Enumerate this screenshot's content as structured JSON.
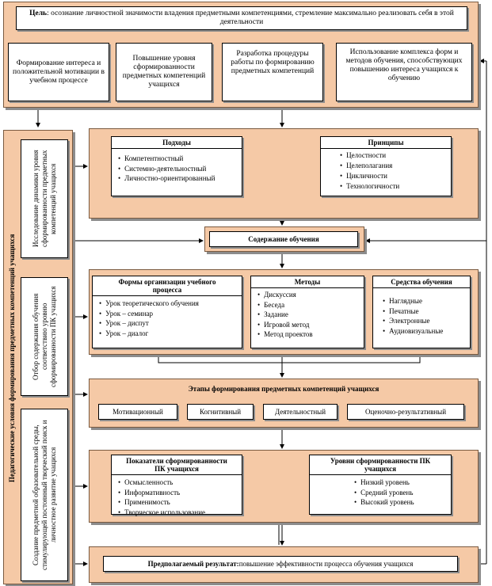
{
  "goal": {
    "label": "Цель",
    "text": ": осознание личностной значимости владения предметными компетенциями, стремление максимально реализовать себя в этой деятельности"
  },
  "tasks": [
    "Формирование интереса и положительной мотивации в учебном процессе",
    "Повышение уровня сформированности предметных компетенций учащихся",
    "Разработка процедуры работы по формированию предметных компетенций",
    "Использование комплекса форм и методов обучения, способствующих повышению интереса учащихся к обучению"
  ],
  "conditions": {
    "title": "Педагогические условия формирования предметных компетенций учащихся",
    "items": [
      "Исследование динамики уровня сформированности предметных компетенций учащихся",
      "Отбор содержания обучения соответствию уровню сформированности ПК учащихся",
      "Создание предметной образовательной среды, стимулирующей постоянный творческий поиск и личностное развитие учащихся"
    ]
  },
  "approaches": {
    "title": "Подходы",
    "items": [
      "Компетентностный",
      "Системно-деятельностный",
      "Личностно-ориентированный"
    ]
  },
  "principles": {
    "title": "Принципы",
    "items": [
      "Целостности",
      "Целеполагания",
      "Цикличности",
      "Технологичности"
    ]
  },
  "content": "Содержание обучения",
  "forms": {
    "title": "Формы организации учебного процесса",
    "items": [
      "Урок теоретического обучения",
      "Урок – семинар",
      "Урок – диспут",
      "Урок – диалог"
    ]
  },
  "methods": {
    "title": "Методы",
    "items": [
      "Дискуссия",
      "Беседа",
      "Задание",
      "Игровой метод",
      "Метод проектов"
    ]
  },
  "means": {
    "title": "Средства обучения",
    "items": [
      "Наглядные",
      "Печатные",
      "Электронные",
      "Аудиовизуальные"
    ]
  },
  "stages": {
    "title": "Этапы формирования предметных компетенций учащихся",
    "items": [
      "Мотивационный",
      "Когнитивный",
      "Деятельностный",
      "Оценочно-результативный"
    ]
  },
  "indicators": {
    "title": "Показатели сформированности ПК учащихся",
    "items": [
      "Осмысленность",
      "Информативность",
      "Применимость",
      "Творческое использование"
    ]
  },
  "levels": {
    "title": "Уровни сформированности ПК учащихся",
    "items": [
      "Низкий уровень",
      "Средний уровень",
      "Высокий уровень"
    ]
  },
  "result": {
    "label": "Предполагаемый результат:",
    "text": " повышение эффективности процесса обучения учащихся"
  }
}
